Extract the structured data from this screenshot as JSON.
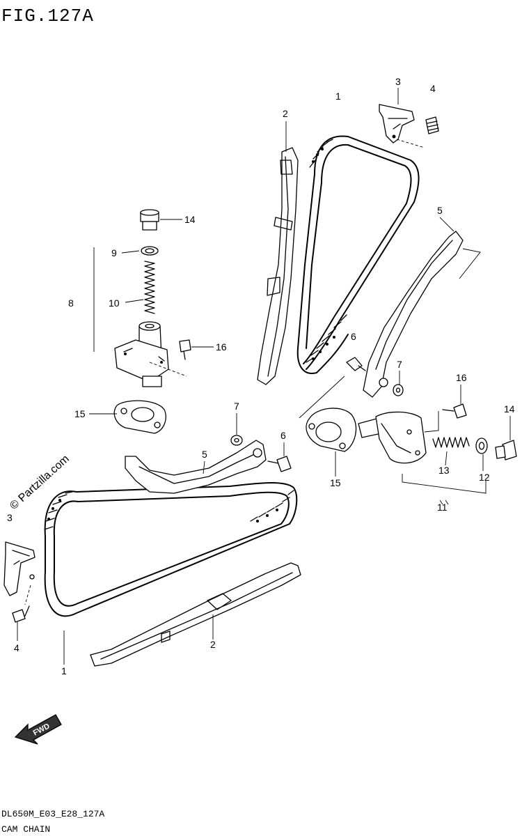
{
  "header": {
    "figure_title": "FIG.127A"
  },
  "footer": {
    "model_code": "DL650M_E03_E28_127A",
    "section_name": "CAM CHAIN"
  },
  "watermark": {
    "text": "© Partzilla.com"
  },
  "fwd_arrow": {
    "label": "FWD"
  },
  "callouts": {
    "c1_top": "1",
    "c2_top": "2",
    "c3_top": "3",
    "c4_top": "4",
    "c5_right": "5",
    "c6_right": "6",
    "c7_right": "7",
    "c8": "8",
    "c9": "9",
    "c10": "10",
    "c14_left": "14",
    "c16_left": "16",
    "c15_left": "15",
    "c16_right": "16",
    "c14_right": "14",
    "c13": "13",
    "c12": "12",
    "c15_right": "15",
    "c11": "11",
    "c7_lower": "7",
    "c6_lower": "6",
    "c5_lower": "5",
    "c3_left": "3",
    "c4_left": "4",
    "c2_lower": "2",
    "c1_lower": "1"
  }
}
